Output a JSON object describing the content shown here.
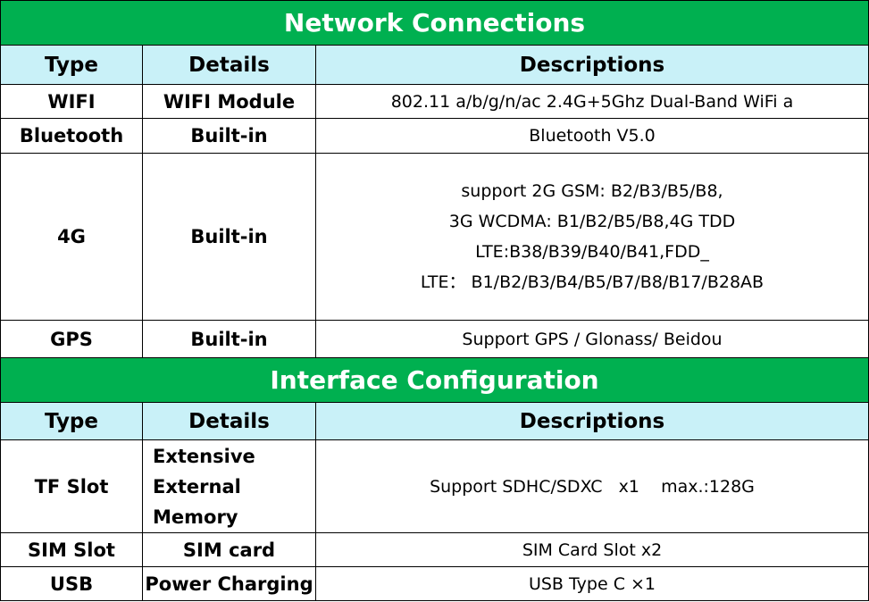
{
  "network": {
    "title": "Network Connections",
    "headers": {
      "type": "Type",
      "details": "Details",
      "descriptions": "Descriptions"
    },
    "rows": [
      {
        "type": "WIFI",
        "details": "WIFI Module",
        "desc": "802.11 a/b/g/n/ac 2.4G+5Ghz Dual-Band WiFi a"
      },
      {
        "type": "Bluetooth",
        "details": "Built-in",
        "desc": "Bluetooth V5.0"
      },
      {
        "type": "4G",
        "details": "Built-in",
        "desc_lines": [
          "support 2G GSM: B2/B3/B5/B8,",
          "3G WCDMA: B1/B2/B5/B8,4G TDD",
          "LTE:B38/B39/B40/B41,FDD_",
          "LTE： B1/B2/B3/B4/B5/B7/B8/B17/B28AB"
        ]
      },
      {
        "type": "GPS",
        "details": "Built-in",
        "desc": "Support GPS / Glonass/ Beidou"
      }
    ]
  },
  "interface": {
    "title": "Interface Configuration",
    "headers": {
      "type": "Type",
      "details": "Details",
      "descriptions": "Descriptions"
    },
    "rows": [
      {
        "type": "TF Slot",
        "details_lines": [
          "Extensive",
          "External",
          "Memory"
        ],
        "desc": "Support SDHC/SDXC   x1    max.:128G"
      },
      {
        "type": "SIM Slot",
        "details": "SIM card",
        "desc": "SIM Card Slot x2"
      },
      {
        "type": "USB",
        "details": "Power Charging",
        "desc": "USB Type C ×1"
      }
    ]
  }
}
